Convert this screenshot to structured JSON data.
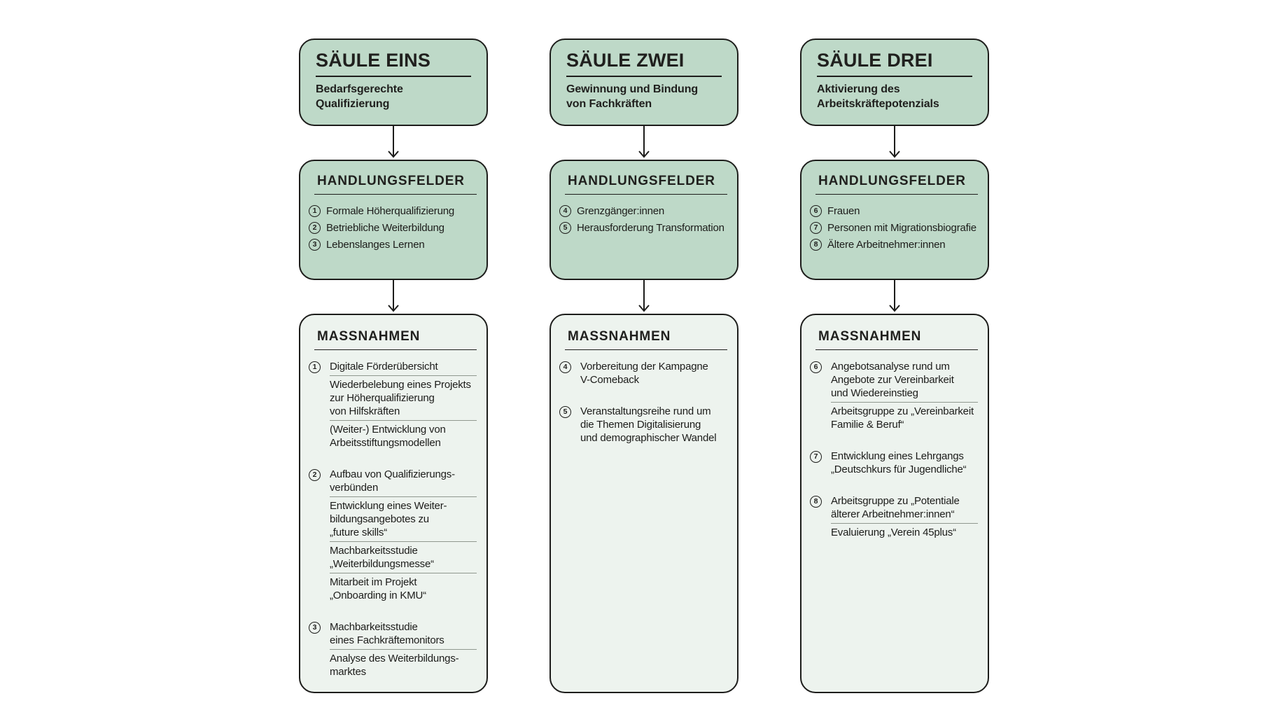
{
  "colors": {
    "green": "#bed9c8",
    "light": "#edf3ee",
    "border": "#1d1d1b",
    "text": "#20201e",
    "separator": "#90988f"
  },
  "columns": [
    {
      "title": "SÄULE EINS",
      "subtitle": "Bedarfsgerechte\nQualifizierung",
      "fields_heading": "HANDLUNGSFELDER",
      "fields": [
        {
          "num": "1",
          "label": "Formale Höherqualifizierung"
        },
        {
          "num": "2",
          "label": "Betriebliche Weiterbildung"
        },
        {
          "num": "3",
          "label": "Lebenslanges Lernen"
        }
      ],
      "measures_heading": "MASSNAHMEN",
      "measure_groups": [
        {
          "num": "1",
          "items": [
            "Digitale Förderübersicht",
            "Wiederbelebung eines Projekts\nzur Höherqualifizierung\nvon Hilfskräften",
            "(Weiter-) Entwicklung von\nArbeitsstiftungsmodellen"
          ]
        },
        {
          "num": "2",
          "items": [
            "Aufbau von Qualifizierungs-\nverbünden",
            "Entwicklung eines Weiter-\nbildungsangebotes zu\n„future skills“",
            "Machbarkeitsstudie\n„Weiterbildungsmesse“",
            "Mitarbeit im Projekt\n„Onboarding in KMU“"
          ]
        },
        {
          "num": "3",
          "items": [
            "Machbarkeitsstudie\neines Fachkräftemonitors",
            "Analyse des Weiterbildungs-\nmarktes"
          ]
        }
      ]
    },
    {
      "title": "SÄULE ZWEI",
      "subtitle": "Gewinnung und Bindung\nvon Fachkräften",
      "fields_heading": "HANDLUNGSFELDER",
      "fields": [
        {
          "num": "4",
          "label": "Grenzgänger:innen"
        },
        {
          "num": "5",
          "label": "Herausforderung Transformation"
        }
      ],
      "measures_heading": "MASSNAHMEN",
      "measure_groups": [
        {
          "num": "4",
          "items": [
            "Vorbereitung der Kampagne\nV-Comeback"
          ]
        },
        {
          "num": "5",
          "items": [
            "Veranstaltungsreihe rund um\ndie Themen Digitalisierung\nund demographischer Wandel"
          ]
        }
      ]
    },
    {
      "title": "SÄULE DREI",
      "subtitle": "Aktivierung des\nArbeitskräftepotenzials",
      "fields_heading": "HANDLUNGSFELDER",
      "fields": [
        {
          "num": "6",
          "label": "Frauen"
        },
        {
          "num": "7",
          "label": "Personen mit Migrationsbiografie"
        },
        {
          "num": "8",
          "label": "Ältere Arbeitnehmer:innen"
        }
      ],
      "measures_heading": "MASSNAHMEN",
      "measure_groups": [
        {
          "num": "6",
          "items": [
            "Angebotsanalyse rund um\nAngebote zur Vereinbarkeit\nund Wiedereinstieg",
            "Arbeitsgruppe zu „Vereinbarkeit\nFamilie & Beruf“"
          ]
        },
        {
          "num": "7",
          "items": [
            "Entwicklung eines Lehrgangs\n„Deutschkurs für Jugendliche“"
          ]
        },
        {
          "num": "8",
          "items": [
            "Arbeitsgruppe zu „Potentiale\nälterer Arbeitnehmer:innen“",
            "Evaluierung „Verein 45plus“"
          ]
        }
      ]
    }
  ]
}
